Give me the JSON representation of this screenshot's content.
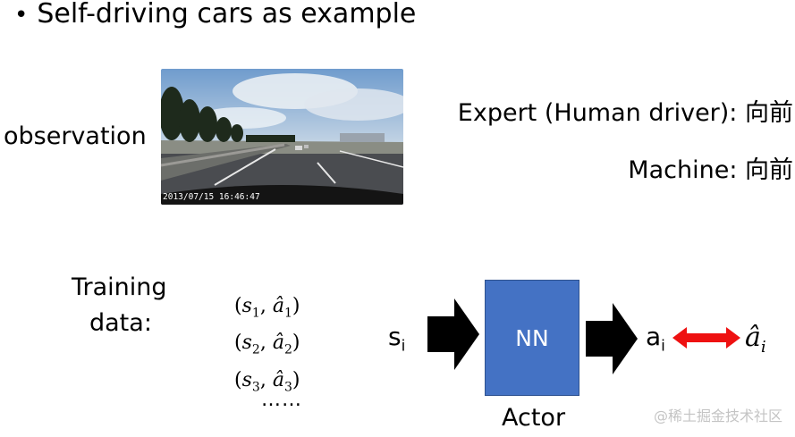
{
  "bullet": {
    "text": "Self-driving cars as example"
  },
  "observation": {
    "label": "observation",
    "timestamp": "2013/07/15  16:46:47"
  },
  "labels": {
    "expert": "Expert (Human driver): 向前",
    "machine": "Machine: 向前"
  },
  "training": {
    "line1": "Training",
    "line2": "data:",
    "pairs": [
      {
        "s": "s",
        "s_sub": "1",
        "a": "â",
        "a_sub": "1"
      },
      {
        "s": "s",
        "s_sub": "2",
        "a": "â",
        "a_sub": "2"
      },
      {
        "s": "s",
        "s_sub": "3",
        "a": "â",
        "a_sub": "3"
      }
    ],
    "ellipsis": "……"
  },
  "diagram": {
    "input": "s",
    "input_sub": "i",
    "box": "NN",
    "box_caption": "Actor",
    "output": "a",
    "output_sub": "i",
    "target": "â",
    "target_sub": "i",
    "box_color": "#4472c4",
    "arrow_color": "#ee1111"
  },
  "watermark": "@稀土掘金技术社区"
}
